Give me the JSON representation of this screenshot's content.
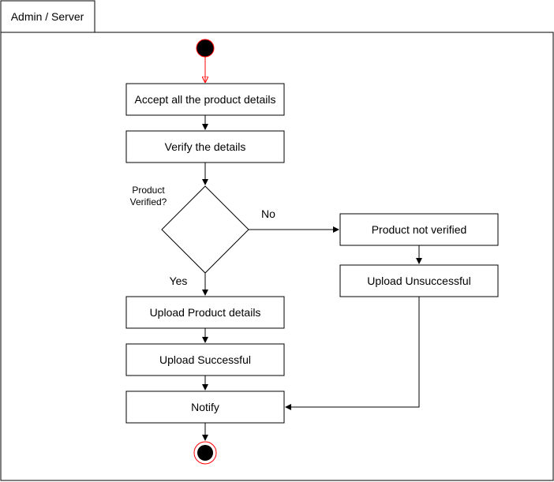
{
  "swimlane": {
    "title": "Admin / Server"
  },
  "nodes": {
    "accept": "Accept all the product details",
    "verify": "Verify the details",
    "decision_line1": "Product",
    "decision_line2": "Verified?",
    "not_verified": "Product not verified",
    "upload_unsuccessful": "Upload Unsuccessful",
    "upload_details": "Upload Product details",
    "upload_successful": "Upload Successful",
    "notify": "Notify"
  },
  "edges": {
    "no_label": "No",
    "yes_label": "Yes"
  },
  "colors": {
    "stroke": "#000000",
    "start_arrow": "#ff0000",
    "end_ring": "#ff0000"
  }
}
